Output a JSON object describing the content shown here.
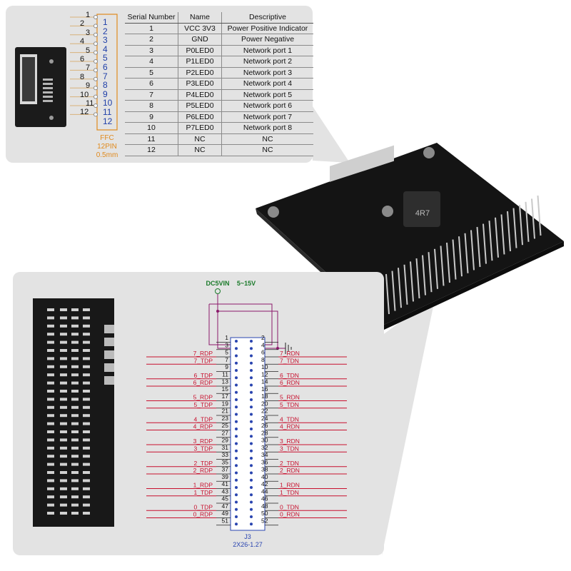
{
  "ffc_connector": {
    "left_pins": [
      "1",
      "2",
      "3",
      "4",
      "5",
      "6",
      "7",
      "8",
      "9",
      "10",
      "11",
      "12"
    ],
    "right_pins": [
      "1",
      "2",
      "3",
      "4",
      "5",
      "6",
      "7",
      "8",
      "9",
      "10",
      "11",
      "12"
    ],
    "label_lines": [
      "FFC",
      "12PIN",
      "0.5mm"
    ]
  },
  "pin_table": {
    "headers": [
      "Serial Number",
      "Name",
      "Descriptive"
    ],
    "rows": [
      [
        "1",
        "VCC 3V3",
        "Power Positive Indicator"
      ],
      [
        "2",
        "GND",
        "Power Negative"
      ],
      [
        "3",
        "P0LED0",
        "Network port 1"
      ],
      [
        "4",
        "P1LED0",
        "Network port 2"
      ],
      [
        "5",
        "P2LED0",
        "Network port 3"
      ],
      [
        "6",
        "P3LED0",
        "Network port 4"
      ],
      [
        "7",
        "P4LED0",
        "Network port 5"
      ],
      [
        "8",
        "P5LED0",
        "Network port 6"
      ],
      [
        "9",
        "P6LED0",
        "Network port 7"
      ],
      [
        "10",
        "P7LED0",
        "Network port 8"
      ],
      [
        "11",
        "NC",
        "NC"
      ],
      [
        "12",
        "NC",
        "NC"
      ]
    ]
  },
  "board_silkscreen": "4R7",
  "schematic": {
    "power_net": "DC5VIN",
    "power_range": "5~15V",
    "connector_ref": "J3",
    "connector_type": "2X26-1.27",
    "odd_pins": [
      "1",
      "3",
      "5",
      "7",
      "9",
      "11",
      "13",
      "15",
      "17",
      "19",
      "21",
      "23",
      "25",
      "27",
      "29",
      "31",
      "33",
      "35",
      "37",
      "39",
      "41",
      "43",
      "45",
      "47",
      "49",
      "51"
    ],
    "even_pins": [
      "2",
      "4",
      "6",
      "8",
      "10",
      "12",
      "14",
      "16",
      "18",
      "20",
      "22",
      "24",
      "26",
      "28",
      "30",
      "32",
      "34",
      "36",
      "38",
      "40",
      "42",
      "44",
      "46",
      "48",
      "50",
      "52"
    ],
    "left_signals": [
      {
        "pin": "5",
        "label": "7_RDP"
      },
      {
        "pin": "7",
        "label": "7_TDP"
      },
      {
        "pin": "11",
        "label": "6_TDP"
      },
      {
        "pin": "13",
        "label": "6_RDP"
      },
      {
        "pin": "17",
        "label": "5_RDP"
      },
      {
        "pin": "19",
        "label": "5_TDP"
      },
      {
        "pin": "23",
        "label": "4_TDP"
      },
      {
        "pin": "25",
        "label": "4_RDP"
      },
      {
        "pin": "29",
        "label": "3_RDP"
      },
      {
        "pin": "31",
        "label": "3_TDP"
      },
      {
        "pin": "35",
        "label": "2_TDP"
      },
      {
        "pin": "37",
        "label": "2_RDP"
      },
      {
        "pin": "41",
        "label": "1_RDP"
      },
      {
        "pin": "43",
        "label": "1_TDP"
      },
      {
        "pin": "47",
        "label": "0_TDP"
      },
      {
        "pin": "49",
        "label": "0_RDP"
      }
    ],
    "right_signals": [
      {
        "pin": "6",
        "label": "7_RDN"
      },
      {
        "pin": "8",
        "label": "7_TDN"
      },
      {
        "pin": "12",
        "label": "6_TDN"
      },
      {
        "pin": "14",
        "label": "6_RDN"
      },
      {
        "pin": "18",
        "label": "5_RDN"
      },
      {
        "pin": "20",
        "label": "5_TDN"
      },
      {
        "pin": "24",
        "label": "4_TDN"
      },
      {
        "pin": "26",
        "label": "4_RDN"
      },
      {
        "pin": "30",
        "label": "3_RDN"
      },
      {
        "pin": "32",
        "label": "3_TDN"
      },
      {
        "pin": "36",
        "label": "2_TDN"
      },
      {
        "pin": "38",
        "label": "2_RDN"
      },
      {
        "pin": "42",
        "label": "1_RDN"
      },
      {
        "pin": "44",
        "label": "1_TDN"
      },
      {
        "pin": "48",
        "label": "0_TDN"
      },
      {
        "pin": "50",
        "label": "0_RDN"
      }
    ]
  },
  "colors": {
    "panel": "#e3e3e3",
    "signal": "#c8102e",
    "power": "#1a7a2a",
    "connector": "#2a45b0",
    "ffc_label": "#e08a1e",
    "wire": "#8b1a6b",
    "pcb": "#1b1b1b"
  }
}
